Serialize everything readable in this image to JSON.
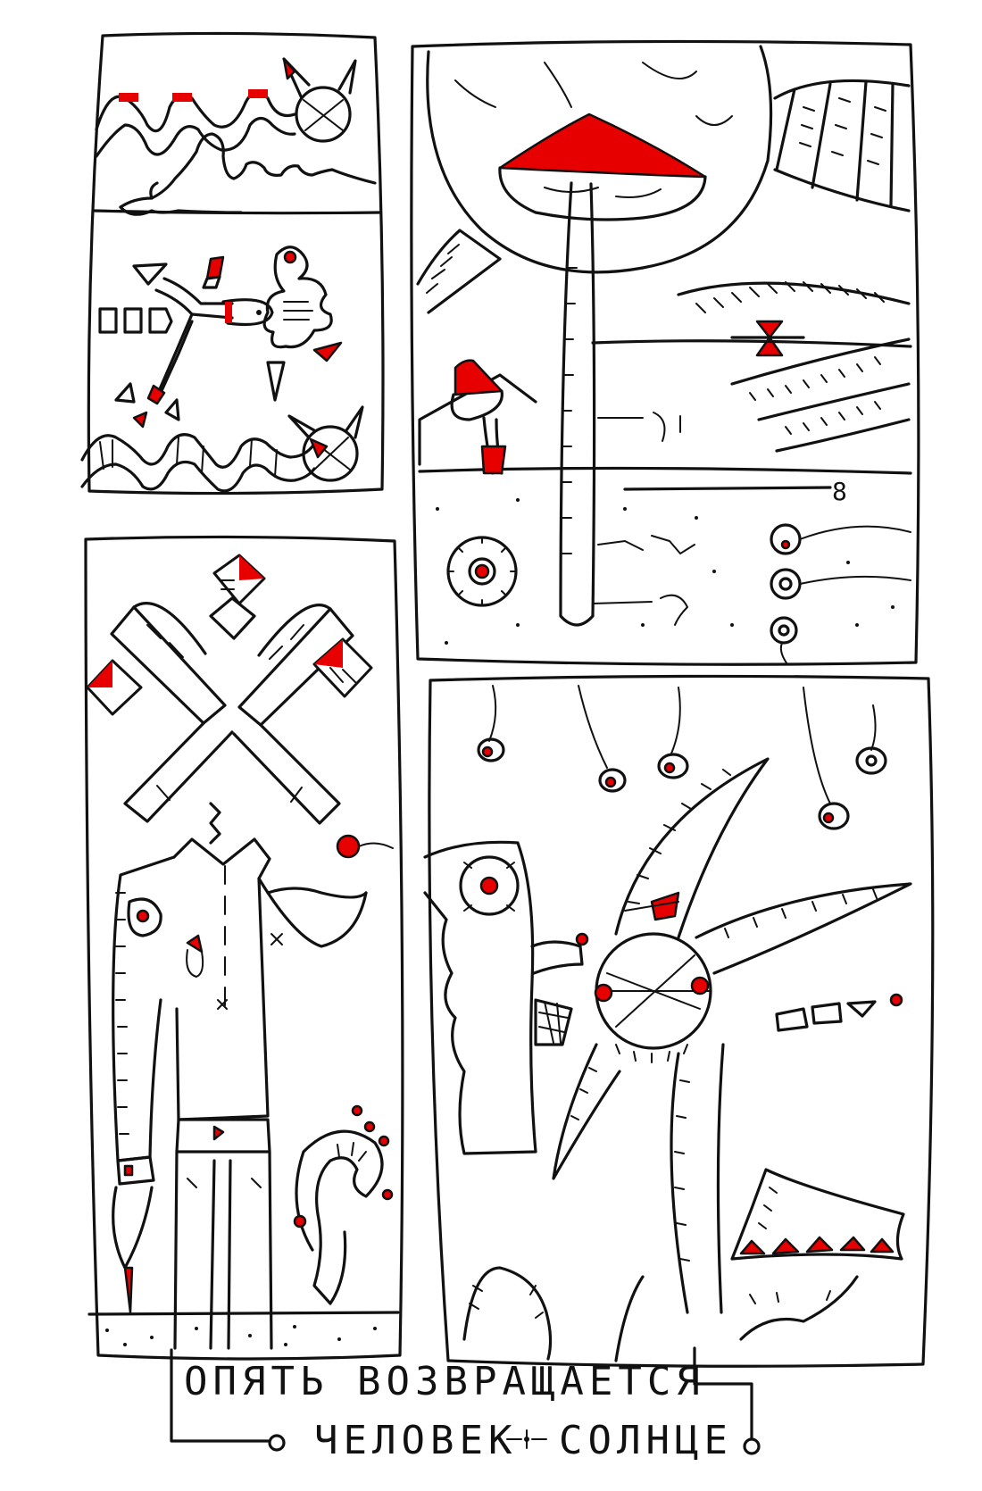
{
  "caption": {
    "line1_word1": "ОПЯТЬ",
    "line1_word2": "ВОЗВРАЩАЕТСЯ",
    "line2_word1": "ЧЕЛОВЕК",
    "line2_word2": "СОЛНЦЕ"
  },
  "colors": {
    "ink": "#111111",
    "accent": "#e60000",
    "paper": "#ffffff"
  },
  "panels": [
    {
      "id": "top-left",
      "content": "serpents, cat faces, darts"
    },
    {
      "id": "top-right",
      "content": "giant mushroom figure, striped hills"
    },
    {
      "id": "bottom-left",
      "content": "headless man with cross-ornament head"
    },
    {
      "id": "bottom-right",
      "content": "sun creature with horns and eyes on strings"
    }
  ]
}
